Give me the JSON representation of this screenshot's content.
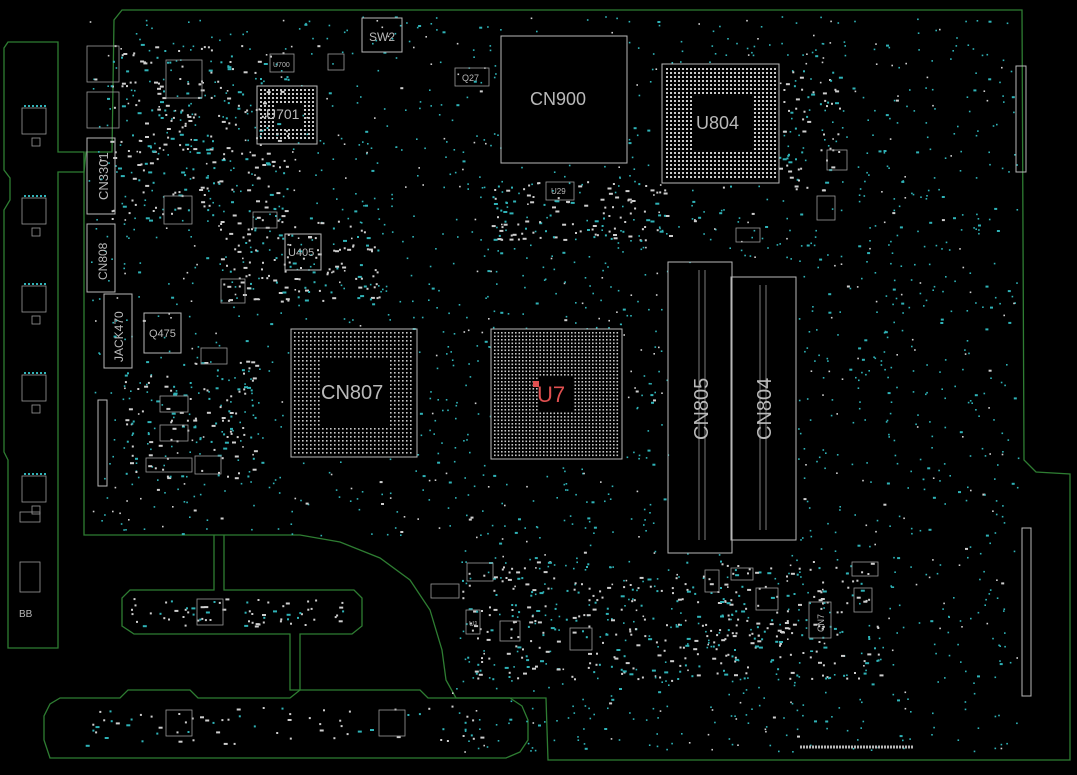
{
  "diagram": {
    "background": "#000000",
    "outline_color": "#2e7d32",
    "pad_color": "#2fb3b8",
    "silk_color": "#b8b8b8",
    "pin1_color": "#e05050"
  },
  "labels": {
    "sw2": "SW2",
    "cn900": "CN900",
    "u804": "U804",
    "u701": "U701",
    "cn3301": "CN3301",
    "cn808": "CN808",
    "jack470": "JACK470",
    "cn807": "CN807",
    "u7": "U7",
    "cn805": "CN805",
    "cn804": "CN804",
    "u405": "U405",
    "q475": "Q475",
    "u700": "U700",
    "u29": "U29",
    "q27": "Q27",
    "bb": "BB",
    "cn7": "CN7",
    "u1": "U1"
  }
}
